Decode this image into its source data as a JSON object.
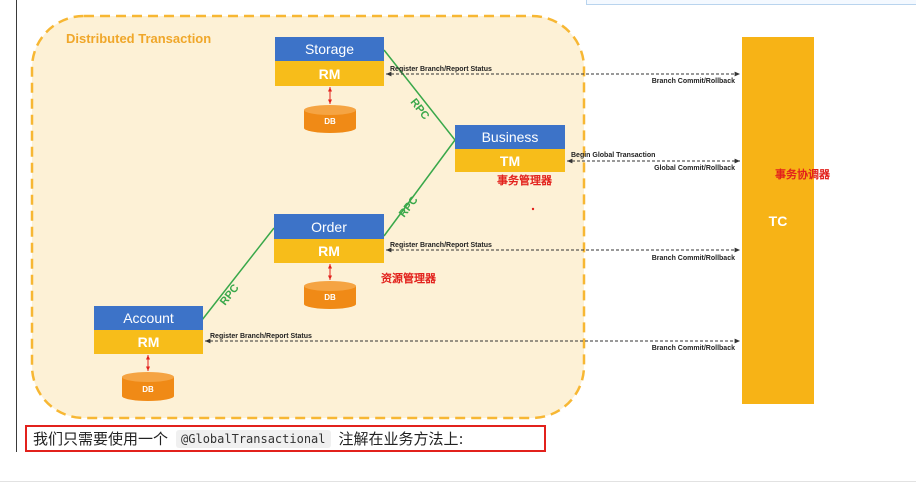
{
  "diagram": {
    "region_title": "Distributed Transaction",
    "nodes": {
      "storage": {
        "name": "Storage",
        "role": "RM",
        "db": "DB"
      },
      "business": {
        "name": "Business",
        "role": "TM"
      },
      "order": {
        "name": "Order",
        "role": "RM",
        "db": "DB"
      },
      "account": {
        "name": "Account",
        "role": "RM",
        "db": "DB"
      },
      "tc": {
        "name": "TC"
      }
    },
    "rpc_label": "RPC",
    "messages": {
      "register": "Register Branch/Report Status",
      "branch_commit": "Branch Commit/Rollback",
      "begin_global": "Begin Global Transaction",
      "global_commit": "Global Commit/Rollback"
    },
    "annotations": {
      "tm": "事务管理器",
      "rm": "资源管理器",
      "tc": "事务协调器"
    },
    "colors": {
      "service_blue": "#3d73c8",
      "role_yellow": "#f7bd1a",
      "db_orange": "#f08a16",
      "tc_orange": "#f7b316",
      "rpc_green": "#39a84a",
      "region_border": "#f7b733",
      "region_fill": "#fdf1d6",
      "annotation_red": "#e2211c"
    }
  },
  "caption": {
    "prefix": "我们只需要使用一个",
    "code": "@GlobalTransactional",
    "suffix": "注解在业务方法上:"
  }
}
